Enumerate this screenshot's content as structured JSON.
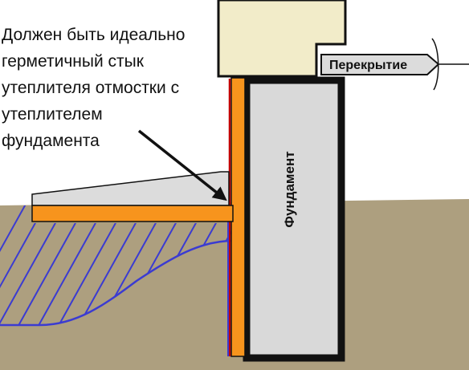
{
  "annotation": {
    "lines": [
      "Должен быть идеально",
      "герметичный стык",
      "утеплителя отмостки с",
      "утеплителем",
      "фундамента"
    ]
  },
  "labels": {
    "slab": "Перекрытие",
    "foundation": "Фундамент"
  },
  "colors": {
    "soil": "#ad9f7f",
    "insulation": "#f7941d",
    "foundation_fill": "#d9d9d9",
    "foundation_border": "#111111",
    "wall": "#f2ecc9",
    "blind_area": "#dcdcdc",
    "hatch": "#3b3bd1",
    "arrow": "#111111",
    "waterproofing": "#c00000"
  },
  "icons": {
    "arrow": "arrow-right-down-icon"
  }
}
